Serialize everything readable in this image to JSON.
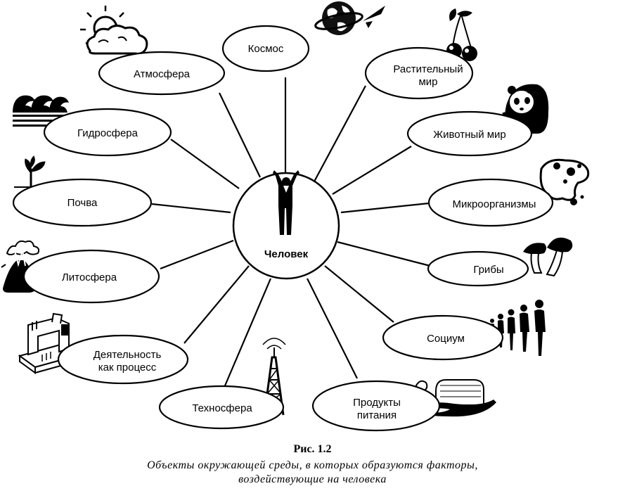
{
  "center": {
    "label": "Человек"
  },
  "nodes": [
    {
      "id": "kosmos",
      "lines": [
        "Космос"
      ],
      "icon": "globe-rocket-icon"
    },
    {
      "id": "rastitelny",
      "lines": [
        "Растительный",
        "мир"
      ],
      "icon": "cherry-icon"
    },
    {
      "id": "zhivotny",
      "lines": [
        "Животный мир"
      ],
      "icon": "panda-icon"
    },
    {
      "id": "mikroorganizmy",
      "lines": [
        "Микроорганизмы"
      ],
      "icon": "microbe-blob-icon"
    },
    {
      "id": "griby",
      "lines": [
        "Грибы"
      ],
      "icon": "mushroom-icon"
    },
    {
      "id": "socium",
      "lines": [
        "Социум"
      ],
      "icon": "people-group-icon"
    },
    {
      "id": "produkty",
      "lines": [
        "Продукты",
        "питания"
      ],
      "icon": "food-icon"
    },
    {
      "id": "tekhnosfera",
      "lines": [
        "Техносфера"
      ],
      "icon": "radio-tower-icon"
    },
    {
      "id": "deyatelnost",
      "lines": [
        "Деятельность",
        "как процесс"
      ],
      "icon": "sewing-machine-icon"
    },
    {
      "id": "litosfera",
      "lines": [
        "Литосфера"
      ],
      "icon": "volcano-icon"
    },
    {
      "id": "pochva",
      "lines": [
        "Почва"
      ],
      "icon": "sprout-icon"
    },
    {
      "id": "gidrosfera",
      "lines": [
        "Гидросфера"
      ],
      "icon": "waves-icon"
    },
    {
      "id": "atmosfera",
      "lines": [
        "Атмосфера"
      ],
      "icon": "sun-cloud-icon"
    }
  ],
  "caption": {
    "title": "Рис. 1.2",
    "line1": "Объекты окружающей среды, в которых образуются факторы,",
    "line2": "воздействующие на человека"
  }
}
